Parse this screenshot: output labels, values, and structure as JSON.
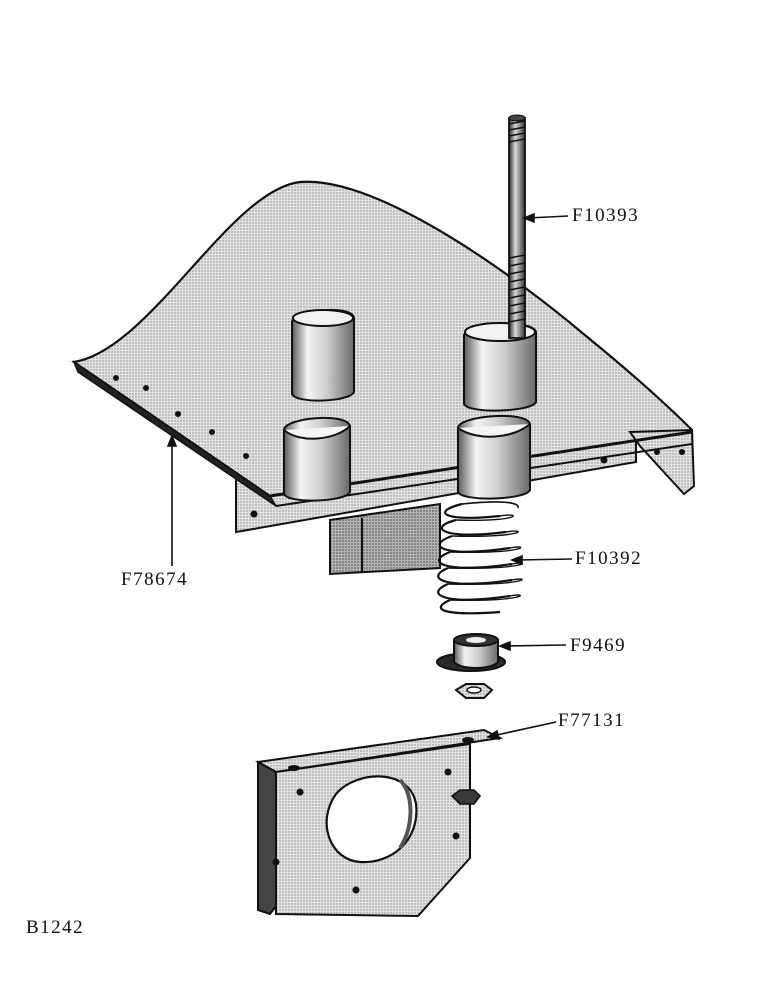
{
  "figure": {
    "id": "B1242"
  },
  "parts": [
    {
      "key": "rod",
      "label": "F10393"
    },
    {
      "key": "spring",
      "label": "F10392"
    },
    {
      "key": "panel",
      "label": "F78674"
    },
    {
      "key": "collar",
      "label": "F9469"
    },
    {
      "key": "bracket",
      "label": "F77131"
    }
  ],
  "colors": {
    "ink": "#111111",
    "shade": "#cfcfcf",
    "shade_dark": "#9a9a9a",
    "paper": "#ffffff"
  }
}
